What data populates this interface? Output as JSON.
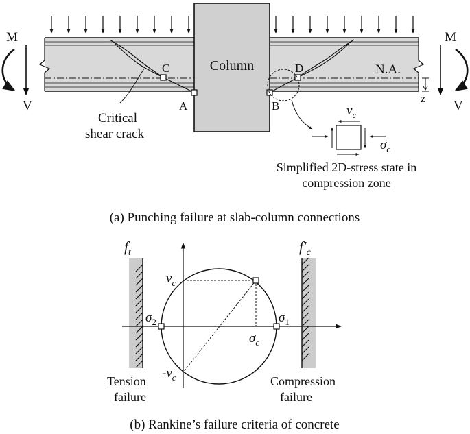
{
  "panel_a": {
    "caption": "(a) Punching failure at slab-column connections",
    "column_label": "Column",
    "moment_label": "M",
    "shear_label": "V",
    "neutral_axis_label": "N.A.",
    "depth_label": "z",
    "points": {
      "a": "A",
      "b": "B",
      "c": "C",
      "d": "D"
    },
    "crack_label_line1": "Critical",
    "crack_label_line2": "shear crack",
    "stress_state": {
      "shear_symbol": "v",
      "shear_subscript": "c",
      "normal_symbol": "σ",
      "normal_subscript": "c",
      "caption_line1": "Simplified 2D-stress state in",
      "caption_line2": "compression zone"
    }
  },
  "panel_b": {
    "caption": "(b) Rankine’s failure criteria of concrete",
    "tension_strength_symbol": "f",
    "tension_strength_subscript": "t",
    "compression_strength_symbol": "f′",
    "compression_strength_subscript": "c",
    "v_c_symbol": "v",
    "v_c_subscript": "c",
    "neg_v_c_symbol": "-v",
    "neg_v_c_subscript": "c",
    "sigma_c_symbol": "σ",
    "sigma_c_subscript": "c",
    "sigma_1_symbol": "σ",
    "sigma_1_subscript": "1",
    "sigma_2_symbol": "σ",
    "sigma_2_subscript": "2",
    "tension_line1": "Tension",
    "tension_line2": "failure",
    "compression_line1": "Compression",
    "compression_line2": "failure"
  },
  "colors": {
    "slab_fill": "#d9d9d9",
    "column_fill": "#d0d0d0",
    "failure_band_fill": "#cccccc",
    "line": "#111111"
  }
}
